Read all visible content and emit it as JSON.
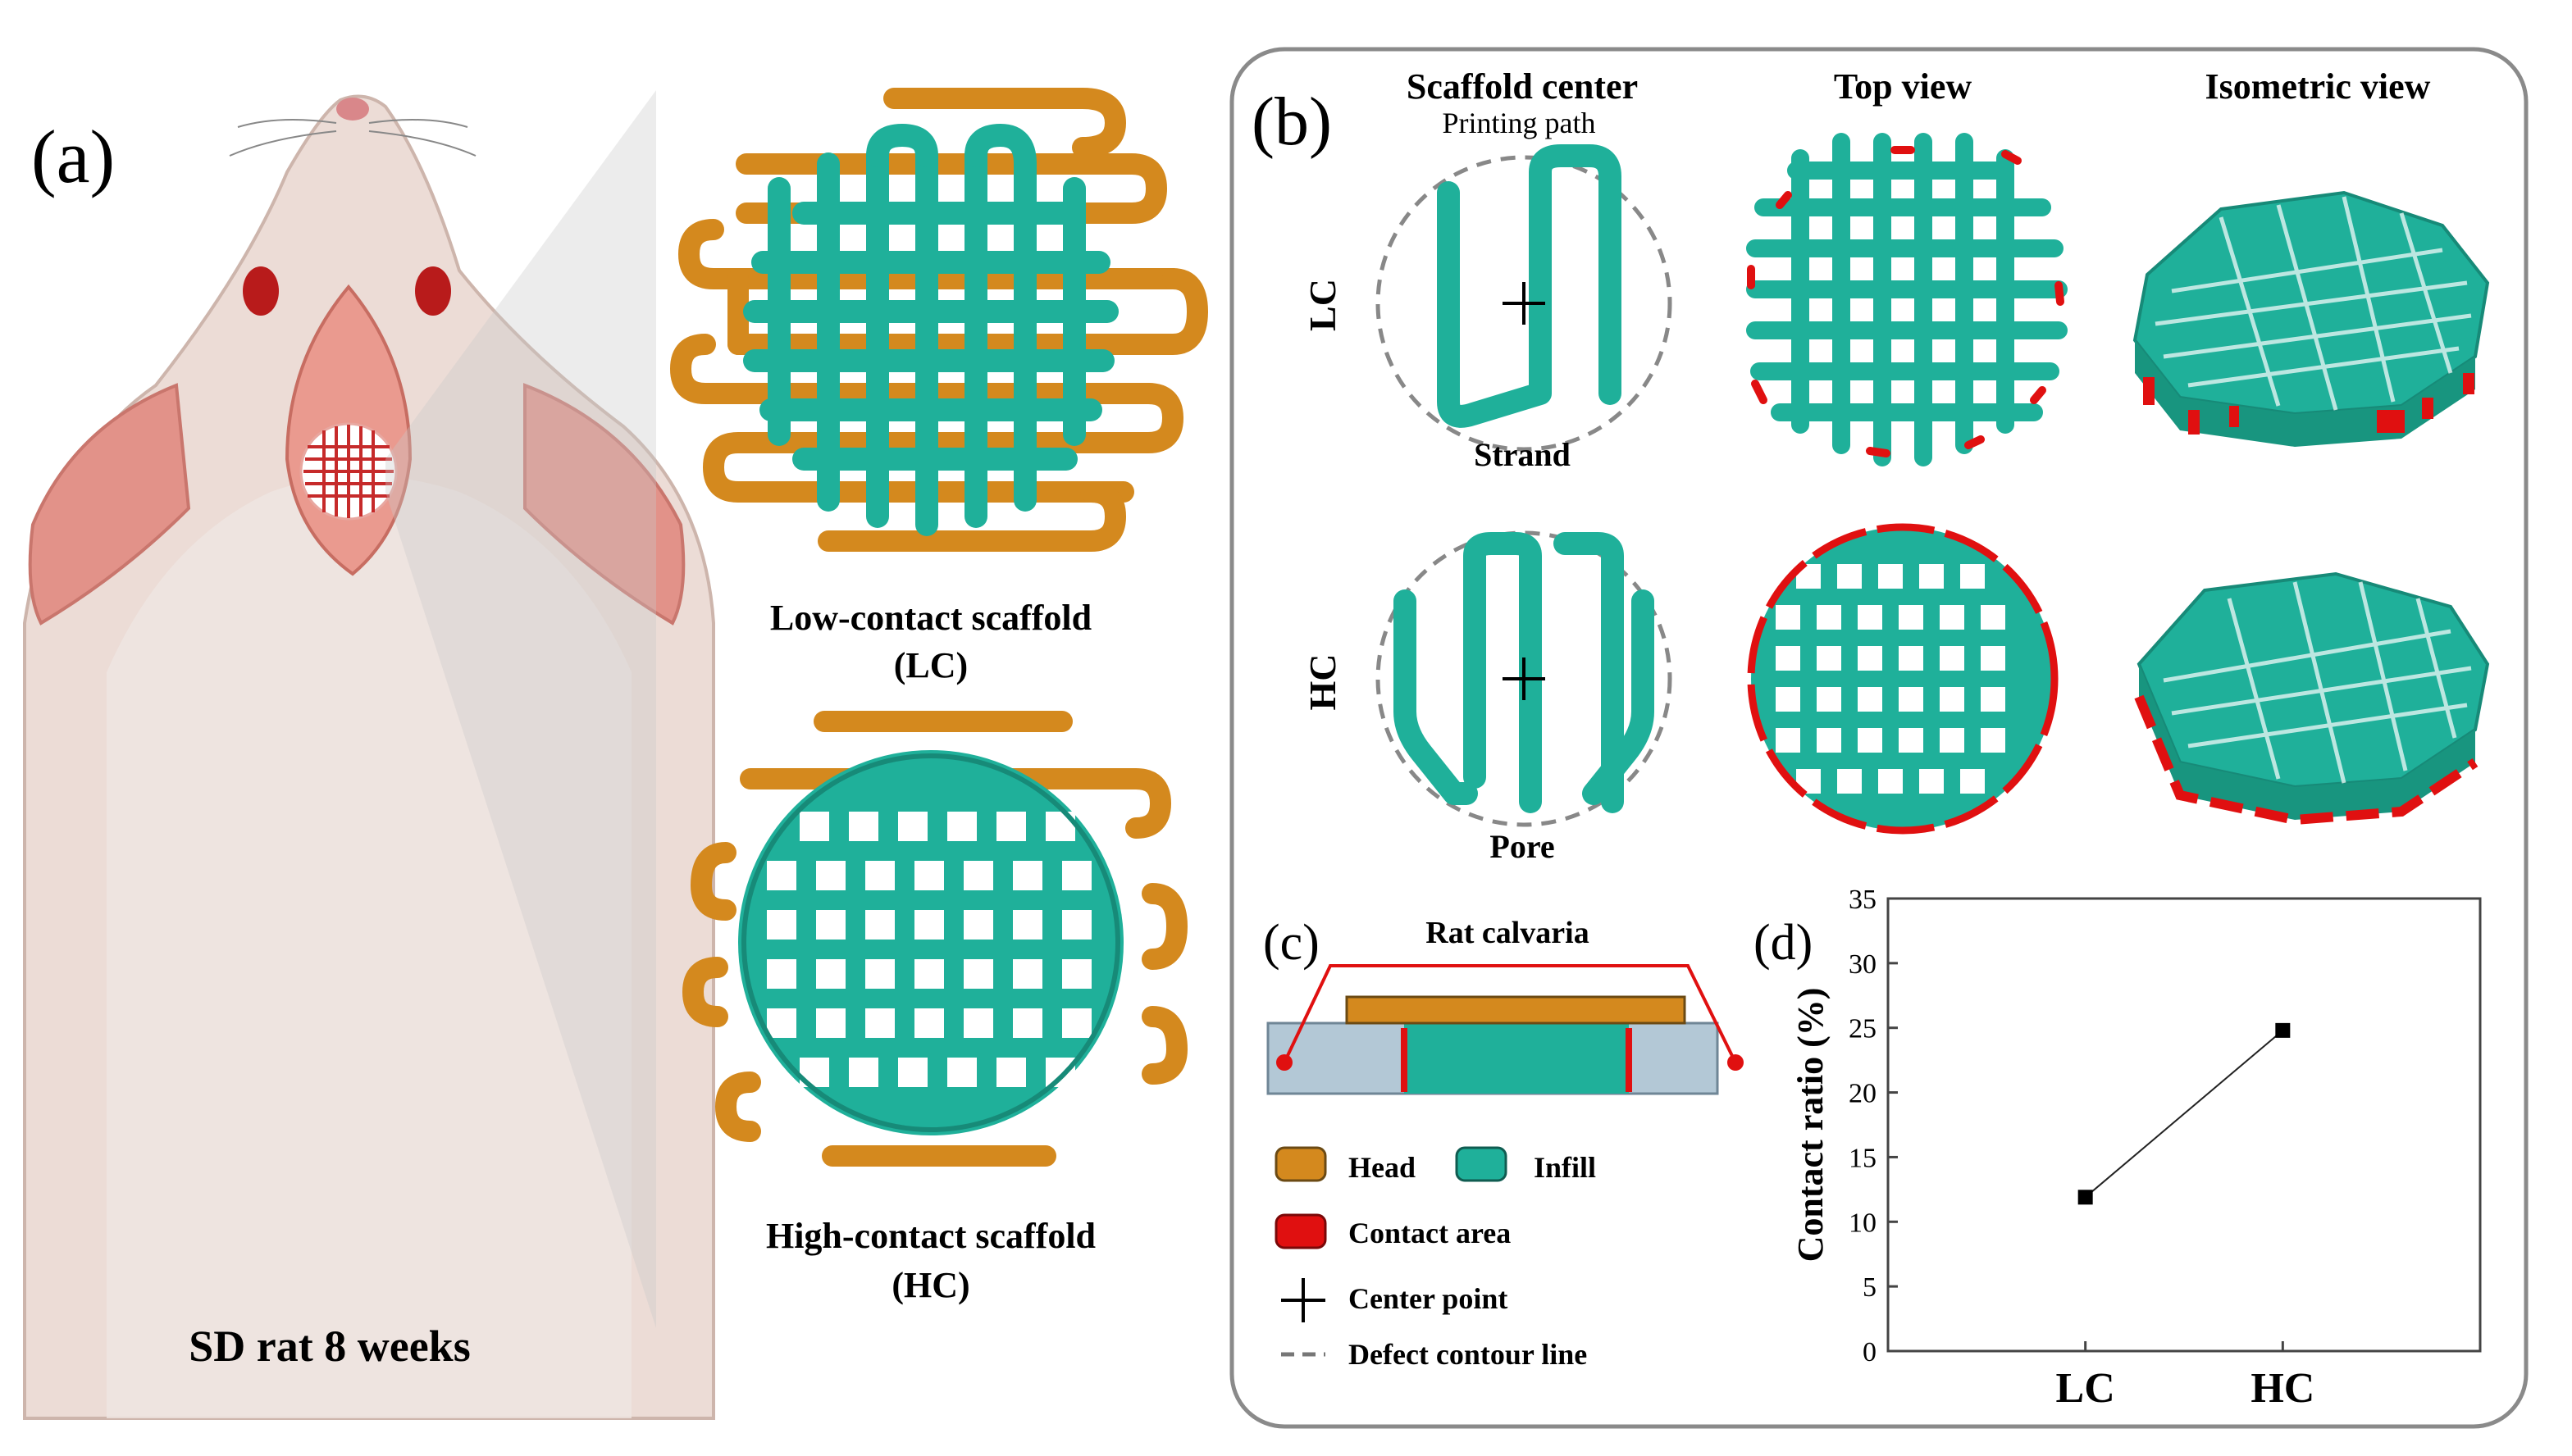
{
  "panel_a": {
    "label": "(a)",
    "rat_caption": "SD rat 8 weeks",
    "lc_caption_line1": "Low-contact scaffold",
    "lc_caption_line2": "(LC)",
    "hc_caption_line1": "High-contact scaffold",
    "hc_caption_line2": "(HC)"
  },
  "panel_b": {
    "label": "(b)",
    "col_center": "Scaffold center",
    "col_center_sub": "Printing path",
    "col_top": "Top view",
    "col_iso": "Isometric view",
    "row_lc": "LC",
    "row_hc": "HC",
    "strand_label": "Strand",
    "pore_label": "Pore"
  },
  "panel_c": {
    "label": "(c)",
    "calvaria_label": "Rat calvaria",
    "legend": {
      "head": "Head",
      "infill": "Infill",
      "contact": "Contact area",
      "center": "Center point",
      "defect": "Defect contour line"
    }
  },
  "panel_d": {
    "label": "(d)"
  },
  "colors": {
    "head": "#d4891e",
    "infill": "#1fb09a",
    "contact": "#e01010",
    "bone": "#b3c8d6"
  },
  "chart_data": {
    "type": "line",
    "categories": [
      "LC",
      "HC"
    ],
    "series": [
      {
        "values": [
          11.9,
          24.8
        ]
      }
    ],
    "ylabel": "Contact ratio (%)",
    "xlabel": "",
    "ylim": [
      0,
      35
    ],
    "yticks": [
      0,
      5,
      10,
      15,
      20,
      25,
      30,
      35
    ],
    "grid": false
  }
}
